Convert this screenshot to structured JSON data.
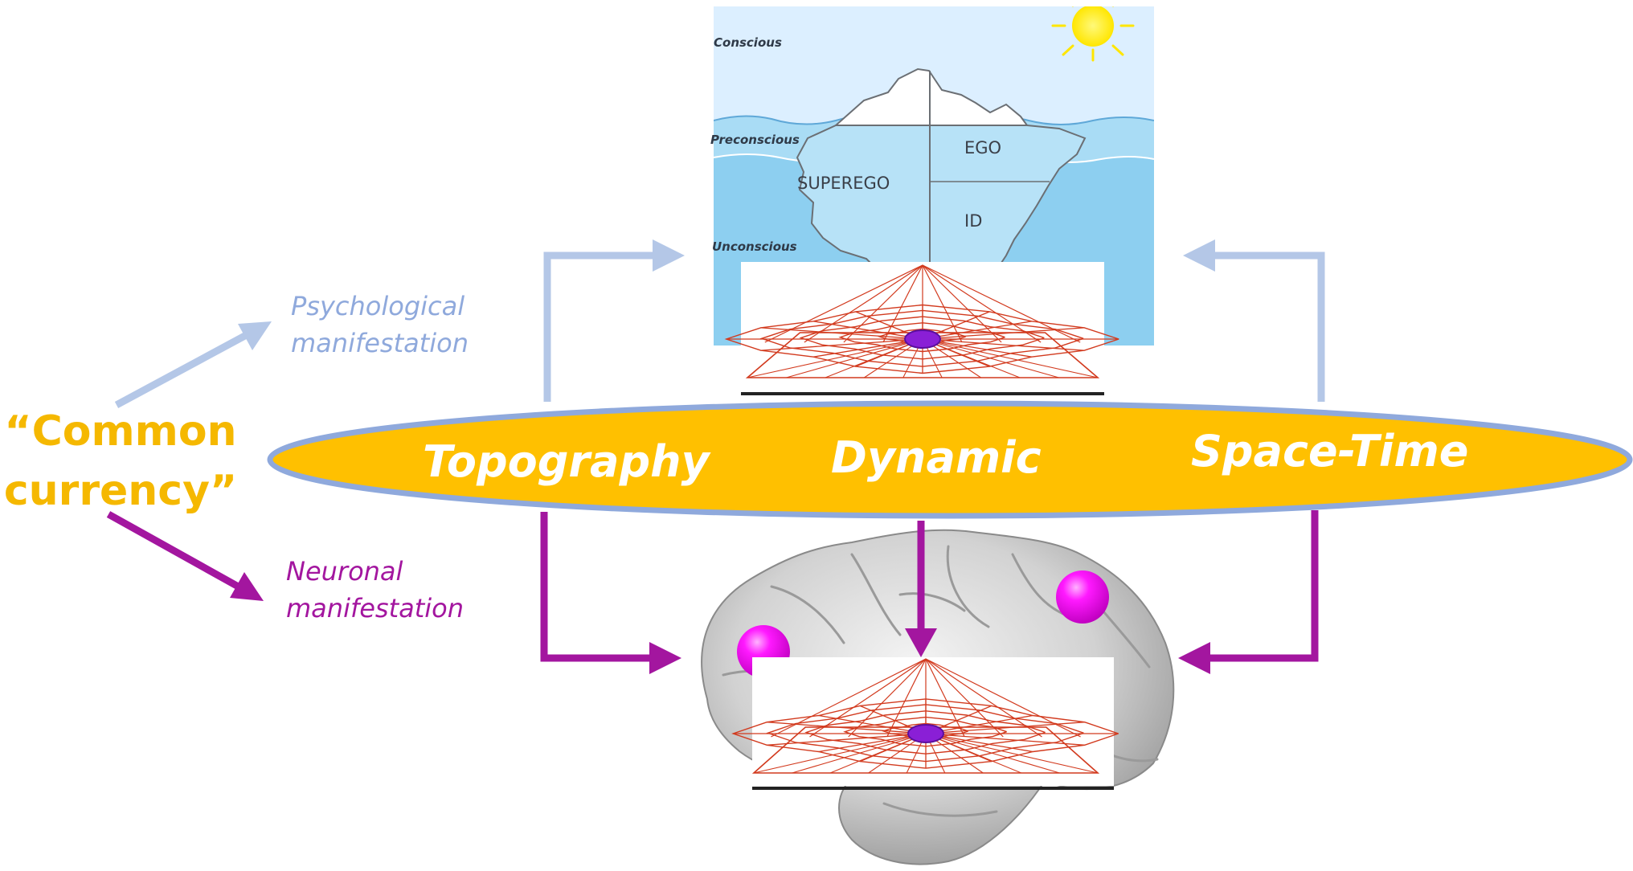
{
  "left": {
    "common_currency_line1": "“Common",
    "common_currency_line2": "currency”",
    "psychological_line1": "Psychological",
    "psychological_line2": "manifestation",
    "neuronal_line1": "Neuronal",
    "neuronal_line2": "manifestation"
  },
  "ellipse": {
    "topography": "Topography",
    "dynamic": "Dynamic",
    "space_time": "Space-Time"
  },
  "iceberg": {
    "conscious": "Conscious",
    "preconscious": "Preconscious",
    "unconscious": "Unconscious",
    "ego": "EGO",
    "superego": "SUPEREGO",
    "id": "ID"
  },
  "colors": {
    "gold": "#f5b800",
    "ellipse_fill": "#ffc000",
    "ellipse_border": "#8fa9dc",
    "psych_arrow": "#b4c7e7",
    "neuron_arrow": "#a3169f",
    "magenta_node": "#ff19ff",
    "sky": "#dcefff",
    "water": "#8dcff0",
    "mesh": "#d23a1e"
  }
}
